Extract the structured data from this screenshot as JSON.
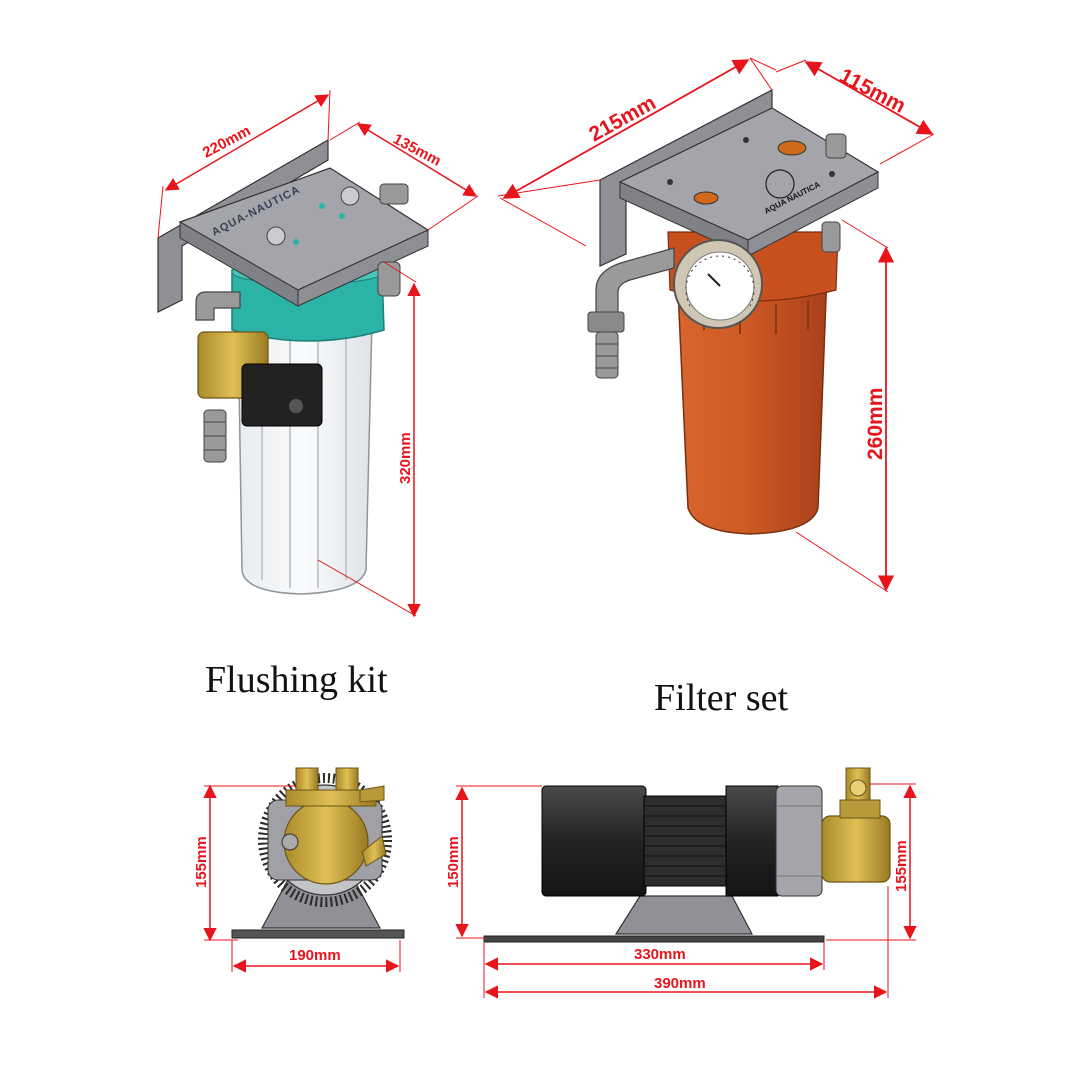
{
  "captions": {
    "flushing_kit": "Flushing kit",
    "filter_set": "Filter set"
  },
  "dimensions": {
    "flush_width": "220mm",
    "flush_depth": "135mm",
    "flush_height": "320mm",
    "filter_width": "215mm",
    "filter_depth": "115mm",
    "filter_height": "260mm",
    "pump_front_height": "155mm",
    "pump_front_width": "190mm",
    "pump_side_height_motor": "150mm",
    "pump_side_height_total": "155mm",
    "pump_side_length_base": "330mm",
    "pump_side_length_total": "390mm"
  },
  "brands": {
    "flush_plate": "AQUA-NAUTICA",
    "filter_plate": "AQUA NAUTICA"
  },
  "colors": {
    "dimension_red": "#e8141c",
    "plate_gray": "#9a9ca2",
    "filter_bowl_orange": "#c8501e",
    "teal_cap": "#2bb3a7",
    "brass": "#c9a23a",
    "motor_black": "#2a2a2a"
  }
}
